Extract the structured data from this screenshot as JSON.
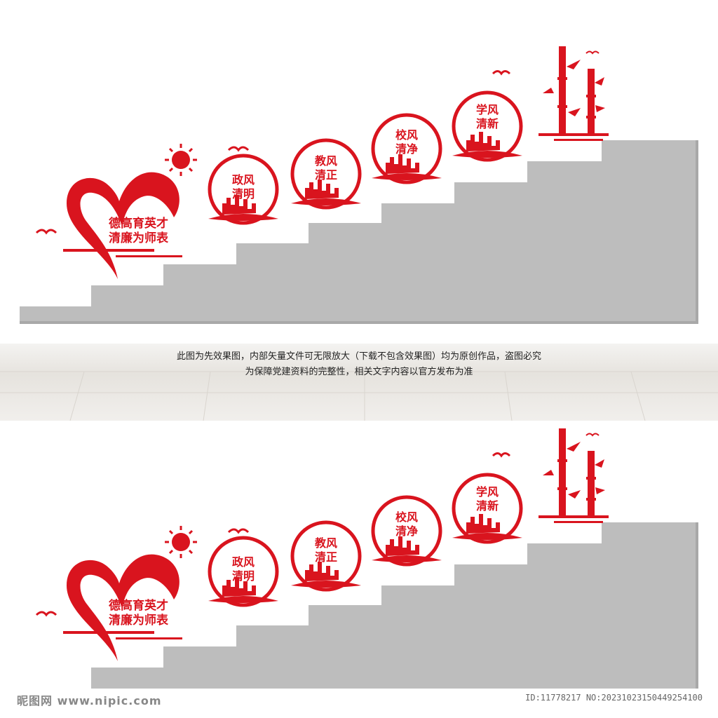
{
  "colors": {
    "red": "#d9141e",
    "step_gray": "#bdbdbd",
    "step_shadow": "#9e9e9e"
  },
  "motto": {
    "line1": "德高育英才",
    "line2": "清廉为师表"
  },
  "circles": [
    {
      "line1": "政风",
      "line2": "清明"
    },
    {
      "line1": "教风",
      "line2": "清正"
    },
    {
      "line1": "校风",
      "line2": "清净"
    },
    {
      "line1": "学风",
      "line2": "清新"
    }
  ],
  "icons": [
    "heart-icon",
    "sun-icon",
    "bird-icon",
    "city-skyline-icon",
    "bamboo-icon",
    "cloud-icon"
  ],
  "notice": {
    "line1": "此图为先效果图，内部矢量文件可无限放大（下载不包含效果图）均为原创作品，盗图必究",
    "line2": "为保障党建资料的完整性，相关文字内容以官方发布为准"
  },
  "watermark": {
    "left": "昵图网 www.nipic.com",
    "right": "ID:11778217 NO:20231023150449254100"
  }
}
